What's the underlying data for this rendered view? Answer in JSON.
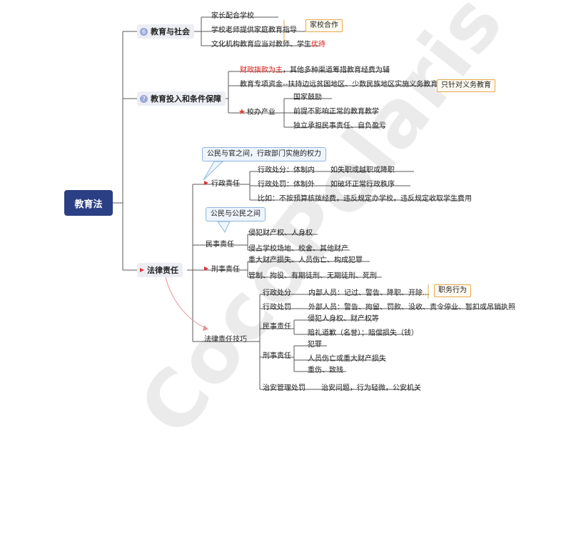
{
  "root": "教育法",
  "watermark": "CocoPolaris",
  "colors": {
    "root_bg": "#2b3f84",
    "line": "#5a5a5a",
    "accent_red": "#e0201a",
    "callout_orange": "#e6a84a",
    "callout_blue": "#8fb6e0",
    "arrow_pink": "#e8909a"
  },
  "icons": [
    "number-6-icon",
    "number-7-icon",
    "flag-icon",
    "star-icon"
  ],
  "branch1": {
    "num": "6",
    "title": "教育与社会",
    "items": [
      "家长配合学校",
      "学校老师提供家庭教育指导",
      "文化机构教育应当对教师、学生"
    ],
    "item3_red": "优待",
    "callout": "家校合作"
  },
  "branch2": {
    "num": "7",
    "title": "教育投入和条件保障",
    "item1_red": "财政拨款为主",
    "item1_rest": "，其他多种渠道筹措教育经费为辅",
    "item2": "教育专项资金--扶持边远贫困地区、少数民族地区实施义务教育",
    "callout": "只针对义务教育",
    "school": {
      "label": "校办产业",
      "items": [
        "国家鼓励",
        "前提不影响正常的教育教学",
        "独立承担民事责任、自负盈亏"
      ]
    }
  },
  "branch3": {
    "title": "法律责任",
    "callout_admin": "公民与官之间，行政部门实施的权力",
    "admin": {
      "label": "行政责任",
      "items": [
        "行政处分：体制内",
        "行政处罚：体制外",
        "比如：不按预算核拨经费，违反规定办学校，违反规定收取学生费用"
      ],
      "notes": [
        "如失职或越职或降职",
        "如破坏正常行政秩序"
      ]
    },
    "callout_civil": "公民与公民之间",
    "civil": {
      "label": "民事责任",
      "items": [
        "侵犯财产权、人身权",
        "侵占学校场地、校舍、其他财产"
      ]
    },
    "criminal": {
      "label": "刑事责任",
      "items": [
        "重大财产损失、人员伤亡、构成犯罪",
        "管制、拘役、有期徒刑、无期徒刑、死刑"
      ]
    },
    "tips": {
      "label": "法律责任技巧",
      "admin_discipline": {
        "label": "行政处分",
        "text": "内部人员：记过、警告、降职、开除...",
        "callout": "职务行为"
      },
      "admin_penalty": {
        "label": "行政处罚",
        "text": "外部人员：警告、拘留、罚款、没收、责令停业、暂扣或吊销执照"
      },
      "civil": {
        "label": "民事责任",
        "items": [
          "侵犯人身权、财产权等",
          "赔礼道歉（名誉）；赔偿损失（钱）"
        ]
      },
      "criminal": {
        "label": "刑事责任",
        "items": [
          "犯罪",
          "人员伤亡或重大财产损失",
          "重伤、致残"
        ]
      },
      "security": {
        "label": "治安管理处罚",
        "text": "治安问题，行为轻微，公安机关"
      }
    }
  }
}
